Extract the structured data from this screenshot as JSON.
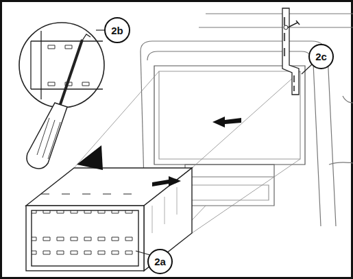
{
  "diagram": {
    "labels": [
      "2a",
      "2b",
      "2c"
    ]
  }
}
